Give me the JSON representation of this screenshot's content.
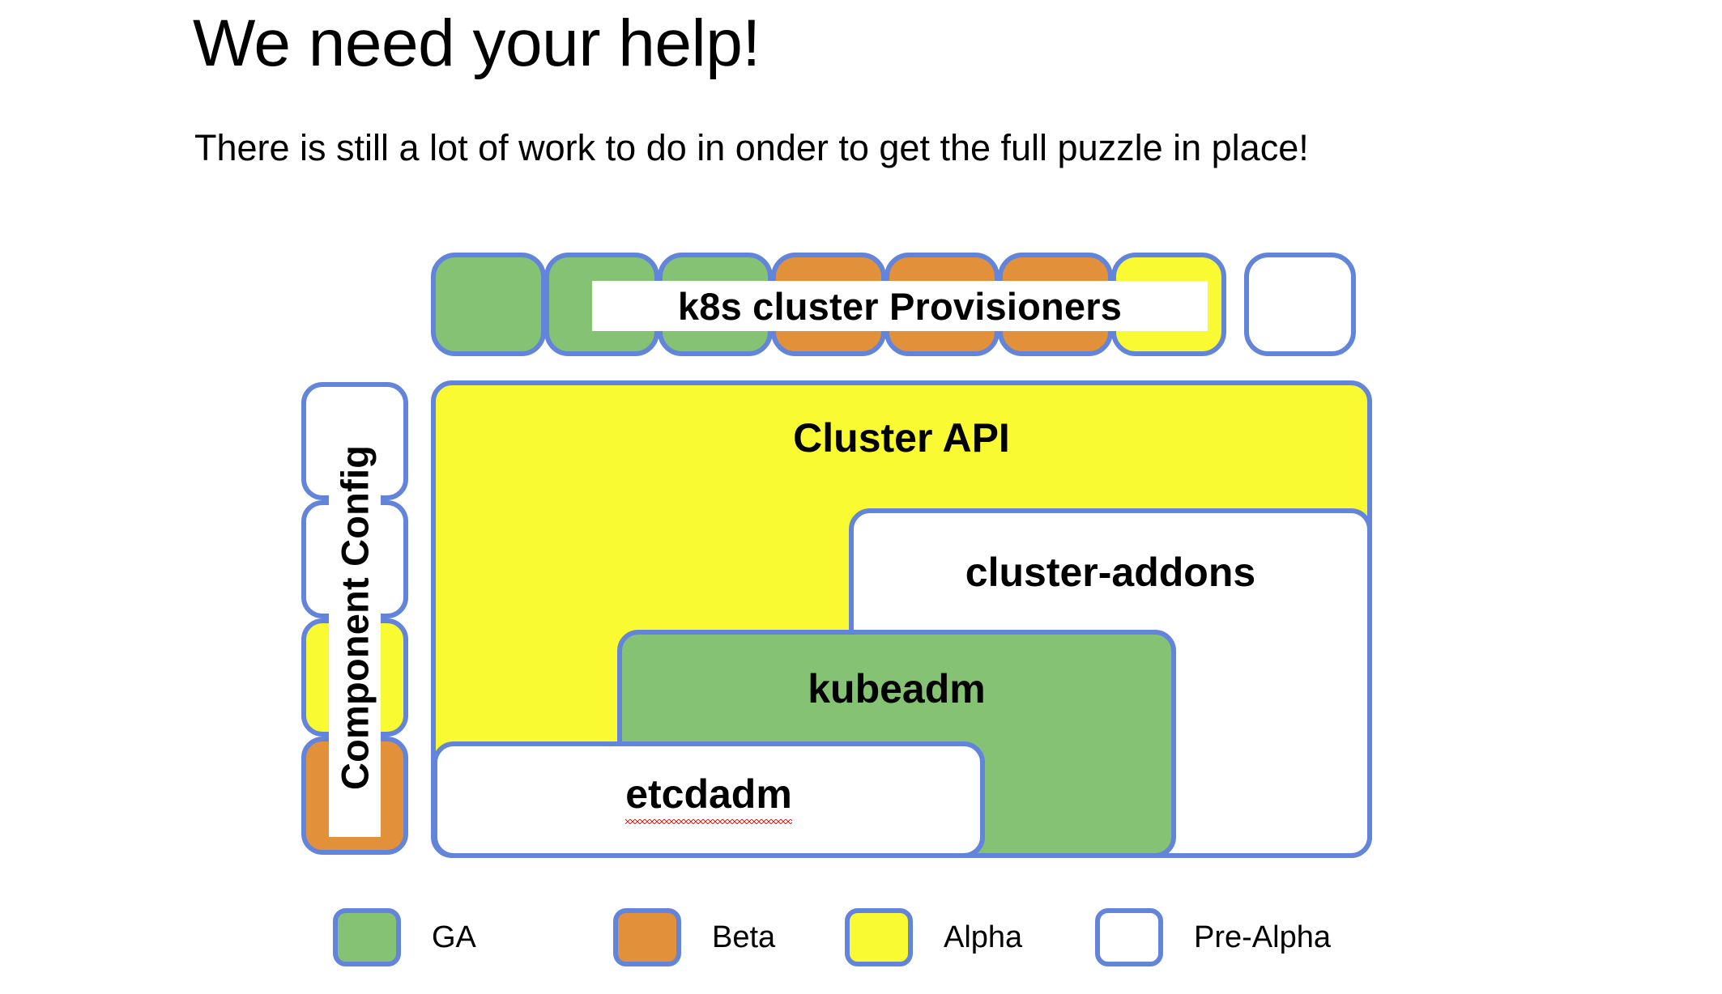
{
  "slide": {
    "title": "We need your help!",
    "subtitle": "There is still a lot of work to do in onder to get the full puzzle in place!"
  },
  "colors": {
    "border": "#6384db",
    "ga_green": "#85c273",
    "beta_orange": "#e3903b",
    "alpha_yellow": "#fafa33",
    "pre_alpha_white": "#ffffff",
    "spellcheck_red": "#e02b20",
    "text": "#000000",
    "background": "#ffffff"
  },
  "provisioner_row": {
    "label": "k8s cluster Provisioners",
    "blocks": [
      {
        "status": "GA",
        "color": "green"
      },
      {
        "status": "GA",
        "color": "green"
      },
      {
        "status": "GA",
        "color": "green"
      },
      {
        "status": "Beta",
        "color": "orange"
      },
      {
        "status": "Beta",
        "color": "orange"
      },
      {
        "status": "Beta",
        "color": "orange"
      },
      {
        "status": "Alpha",
        "color": "yellow"
      },
      {
        "status": "Pre-Alpha",
        "color": "white"
      }
    ]
  },
  "component_config": {
    "label": "Component Config",
    "blocks": [
      {
        "status": "Pre-Alpha",
        "color": "white"
      },
      {
        "status": "Pre-Alpha",
        "color": "white"
      },
      {
        "status": "Alpha",
        "color": "yellow"
      },
      {
        "status": "Beta",
        "color": "orange"
      }
    ]
  },
  "projects": [
    {
      "name": "Cluster API",
      "status": "Alpha",
      "color": "yellow"
    },
    {
      "name": "cluster-addons",
      "status": "Pre-Alpha",
      "color": "white"
    },
    {
      "name": "kubeadm",
      "status": "GA",
      "color": "green"
    },
    {
      "name": "etcdadm",
      "status": "Pre-Alpha",
      "color": "white",
      "spellcheck_flagged": true
    }
  ],
  "legend": {
    "items": [
      {
        "label": "GA",
        "color": "green"
      },
      {
        "label": "Beta",
        "color": "orange"
      },
      {
        "label": "Alpha",
        "color": "yellow"
      },
      {
        "label": "Pre-Alpha",
        "color": "white"
      }
    ]
  }
}
